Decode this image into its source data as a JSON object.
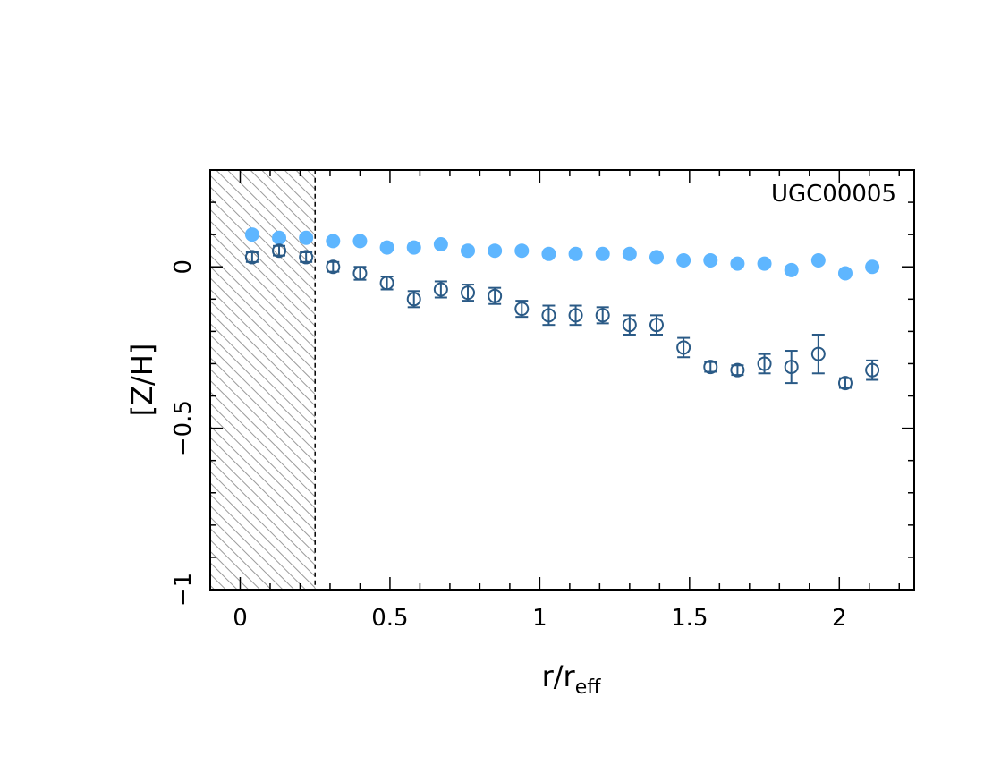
{
  "chart_data": {
    "type": "scatter",
    "annotation": "UGC00005",
    "xlabel": {
      "main": "r/r",
      "sub": "eff"
    },
    "ylabel": "[Z/H]",
    "xlim": [
      -0.1,
      2.25
    ],
    "ylim": [
      -1.0,
      0.3
    ],
    "x_ticks": [
      0,
      0.5,
      1,
      1.5,
      2
    ],
    "x_tick_labels": [
      "0",
      "0.5",
      "1",
      "1.5",
      "2"
    ],
    "x_minor_step": 0.1,
    "y_ticks": [
      -1,
      -0.5,
      0
    ],
    "y_tick_labels": [
      "−1",
      "−0.5",
      "0"
    ],
    "y_minor_step": 0.1,
    "shaded_region": {
      "x_from": -0.1,
      "x_to": 0.25,
      "pattern": "hatched"
    },
    "grid": false,
    "series": [
      {
        "marker": "filled-circle",
        "color": "#5eb6ff",
        "x": [
          0.04,
          0.13,
          0.22,
          0.31,
          0.4,
          0.49,
          0.58,
          0.67,
          0.76,
          0.85,
          0.94,
          1.03,
          1.12,
          1.21,
          1.3,
          1.39,
          1.48,
          1.57,
          1.66,
          1.75,
          1.84,
          1.93,
          2.02,
          2.11
        ],
        "y": [
          0.1,
          0.09,
          0.09,
          0.08,
          0.08,
          0.06,
          0.06,
          0.07,
          0.05,
          0.05,
          0.05,
          0.04,
          0.04,
          0.04,
          0.04,
          0.03,
          0.02,
          0.02,
          0.01,
          0.01,
          -0.01,
          0.02,
          -0.02,
          0.0
        ],
        "err": [
          0.01,
          0.01,
          0.01,
          0.01,
          0.01,
          0.01,
          0.01,
          0.01,
          0.01,
          0.01,
          0.01,
          0.01,
          0.01,
          0.01,
          0.01,
          0.01,
          0.01,
          0.01,
          0.01,
          0.015,
          0.015,
          0.02,
          0.015,
          0.015
        ]
      },
      {
        "marker": "open-circle",
        "color": "#2a5a86",
        "x": [
          0.04,
          0.13,
          0.22,
          0.31,
          0.4,
          0.49,
          0.58,
          0.67,
          0.76,
          0.85,
          0.94,
          1.03,
          1.12,
          1.21,
          1.3,
          1.39,
          1.48,
          1.57,
          1.66,
          1.75,
          1.84,
          1.93,
          2.02,
          2.11
        ],
        "y": [
          0.03,
          0.05,
          0.03,
          0.0,
          -0.02,
          -0.05,
          -0.1,
          -0.07,
          -0.08,
          -0.09,
          -0.13,
          -0.15,
          -0.15,
          -0.15,
          -0.18,
          -0.18,
          -0.25,
          -0.31,
          -0.32,
          -0.3,
          -0.31,
          -0.27,
          -0.36,
          -0.32
        ],
        "err": [
          0.015,
          0.015,
          0.015,
          0.015,
          0.02,
          0.02,
          0.025,
          0.025,
          0.025,
          0.025,
          0.025,
          0.03,
          0.03,
          0.025,
          0.03,
          0.03,
          0.03,
          0.015,
          0.015,
          0.03,
          0.05,
          0.06,
          0.015,
          0.03
        ]
      }
    ]
  }
}
